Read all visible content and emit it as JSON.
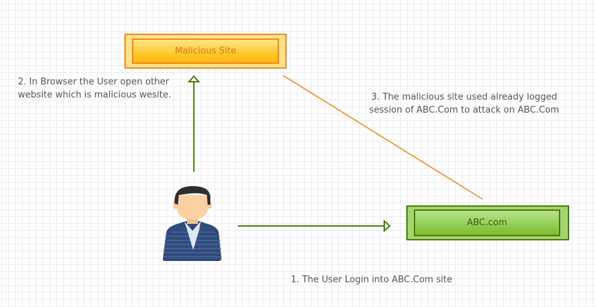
{
  "diagram": {
    "nodes": {
      "malicious_site": {
        "label": "Malicious Site",
        "fill": "#fdc92d",
        "border": "#f0891e",
        "text_color": "#d5781a"
      },
      "abc_site": {
        "label": "ABC.com",
        "fill": "#94cf55",
        "border": "#4d7a0c",
        "text_color": "#3b5d17"
      },
      "user": {
        "icon": "user-avatar-icon",
        "shirt_color": "#2f4a7c",
        "skin_color": "#fbd1a4",
        "hair_color": "#2e2e2e"
      }
    },
    "edges": [
      {
        "from": "user",
        "to": "abc_site",
        "color": "#4d7a0c",
        "arrow": "hollow-triangle"
      },
      {
        "from": "user",
        "to": "malicious_site",
        "color": "#4d7a0c",
        "arrow": "hollow-triangle"
      },
      {
        "from": "malicious_site",
        "to": "abc_site",
        "color": "#f0891e",
        "arrow": "none"
      }
    ],
    "annotations": {
      "step1": "1. The User Login into ABC.Com  site",
      "step2_line1": "2. In Browser the User open other",
      "step2_line2": "website which is malicious wesite.",
      "step3_line1": "3. The malicious site used already logged",
      "step3_line2": "session of ABC.Com to  attack on ABC.Com"
    }
  }
}
